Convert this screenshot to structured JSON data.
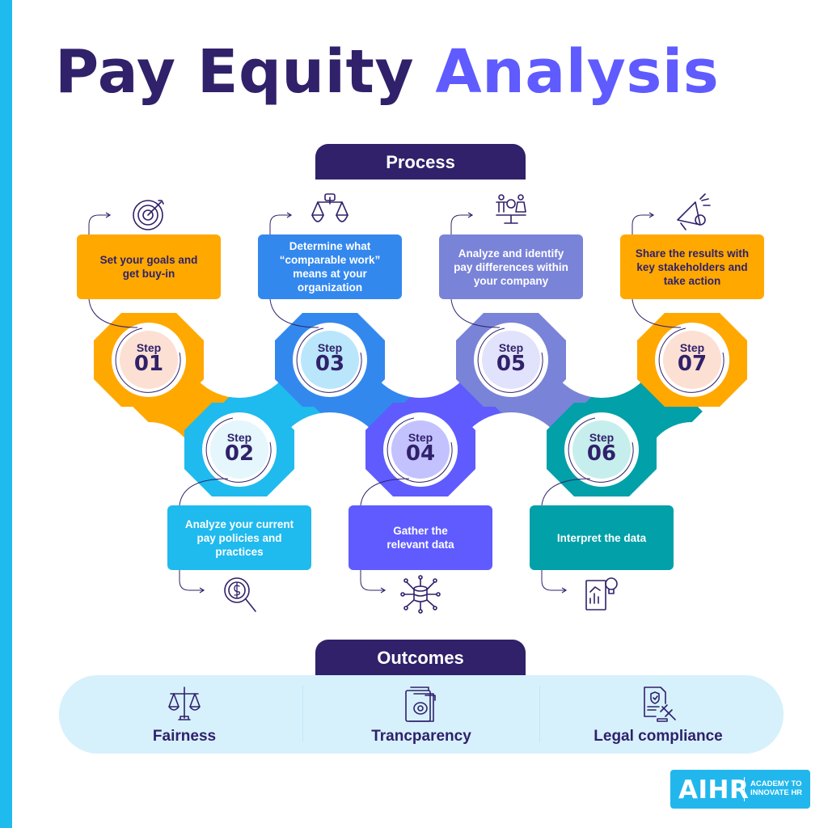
{
  "title": {
    "part1": "Pay Equity",
    "part2": "Analysis"
  },
  "colors": {
    "dark": "#30216a",
    "accent": "#5f5bff",
    "orange": "#ffa800",
    "blue": "#3388ee",
    "cyan": "#1fbaee",
    "violet": "#5f5bff",
    "periwinkle": "#7983d8",
    "teal": "#02a0a8",
    "outcome_bg": "#d6f1fc"
  },
  "process": {
    "label": "Process",
    "steps": [
      {
        "num": "01",
        "step": "Step",
        "text": [
          "Set your goals and",
          "get buy-in"
        ],
        "icon": "target-icon",
        "position": "top"
      },
      {
        "num": "02",
        "step": "Step",
        "text": [
          "Analyze your current",
          "pay policies and",
          "practices"
        ],
        "icon": "magnifier-dollar-icon",
        "position": "bottom"
      },
      {
        "num": "03",
        "step": "Step",
        "text": [
          "Determine what",
          "“comparable work”",
          "means at your",
          "organization"
        ],
        "icon": "scales-dollar-icon",
        "position": "top"
      },
      {
        "num": "04",
        "step": "Step",
        "text": [
          "Gather the",
          "relevant data"
        ],
        "icon": "database-network-icon",
        "position": "bottom"
      },
      {
        "num": "05",
        "step": "Step",
        "text": [
          "Analyze and identify",
          "pay differences within",
          "your company"
        ],
        "icon": "gender-pay-scale-icon",
        "position": "top"
      },
      {
        "num": "06",
        "step": "Step",
        "text": [
          "Interpret the data"
        ],
        "icon": "report-lightbulb-icon",
        "position": "bottom"
      },
      {
        "num": "07",
        "step": "Step",
        "text": [
          "Share the results with",
          "key stakeholders and",
          "take action"
        ],
        "icon": "megaphone-gear-icon",
        "position": "top"
      }
    ]
  },
  "outcomes": {
    "label": "Outcomes",
    "items": [
      {
        "label": "Fairness",
        "icon": "scales-icon"
      },
      {
        "label": "Trancparency",
        "icon": "folder-eye-icon"
      },
      {
        "label": "Legal compliance",
        "icon": "document-gavel-icon"
      }
    ]
  },
  "logo": {
    "brand": "AIHR",
    "line1": "ACADEMY TO",
    "line2": "INNOVATE HR"
  }
}
